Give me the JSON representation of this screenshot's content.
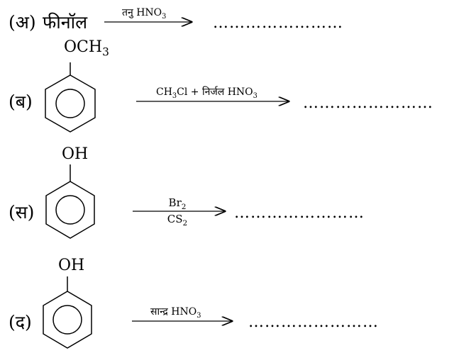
{
  "reactions": [
    {
      "label": "(अ)",
      "reactant_name": "फीनॉल",
      "reagent_above": "तनु HNO",
      "reagent_above_sub": "3",
      "product_placeholder": "……………………"
    },
    {
      "label": "(ब)",
      "substituent": "OCH",
      "substituent_sub": "3",
      "reagent_above_part1": "CH",
      "reagent_above_sub1": "3",
      "reagent_above_part2": "Cl + निर्जल HNO",
      "reagent_above_sub2": "3",
      "product_placeholder": "……………………"
    },
    {
      "label": "(स)",
      "substituent": "OH",
      "reagent_above": "Br",
      "reagent_above_sub": "2",
      "reagent_below": "CS",
      "reagent_below_sub": "2",
      "product_placeholder": "……………………"
    },
    {
      "label": "(द)",
      "substituent": "OH",
      "reagent_above": "सान्द्र HNO",
      "reagent_above_sub": "3",
      "product_placeholder": "……………………"
    }
  ]
}
